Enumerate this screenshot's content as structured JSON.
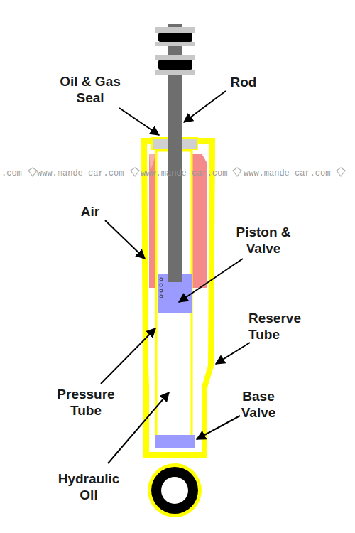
{
  "diagram": {
    "labels": [
      "Oil & Gas Seal",
      "Rod",
      "Air",
      "Piston & Valve",
      "Reserve Tube",
      "Pressure Tube",
      "Base Valve",
      "Hydraulic Oil",
      ".com",
      "www.mande-car.com",
      "www.mande-car.com",
      "www.mande-car.com"
    ]
  }
}
